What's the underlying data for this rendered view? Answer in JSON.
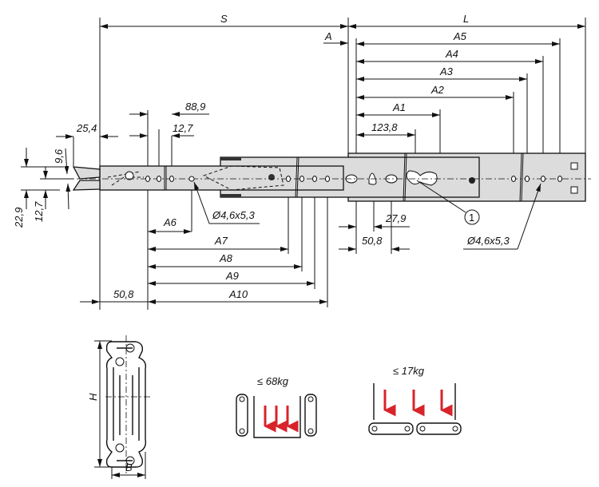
{
  "dimensions": {
    "S": "S",
    "L": "L",
    "A": "A",
    "A1": "A1",
    "A2": "A2",
    "A3": "A3",
    "A4": "A4",
    "A5": "A5",
    "A6": "A6",
    "A7": "A7",
    "A8": "A8",
    "A9": "A9",
    "A10": "A10",
    "d123_8": "123,8",
    "d88_9": "88,9",
    "d12_7_top": "12,7",
    "d25_4": "25,4",
    "d9_6": "9,6",
    "d22_9": "22,9",
    "d12_7_left": "12,7",
    "d50_8_left": "50,8",
    "d50_8_right": "50,8",
    "d27_9": "27,9",
    "hole_left": "Ø4,6x5,3",
    "hole_right": "Ø4,6x5,3",
    "callout_1": "1",
    "H": "H",
    "B": "B"
  },
  "loads": {
    "vertical": "≤ 68kg",
    "horizontal": "≤ 17kg"
  },
  "colors": {
    "arrow": "#d8232a",
    "rail": "#dcdcdc"
  }
}
